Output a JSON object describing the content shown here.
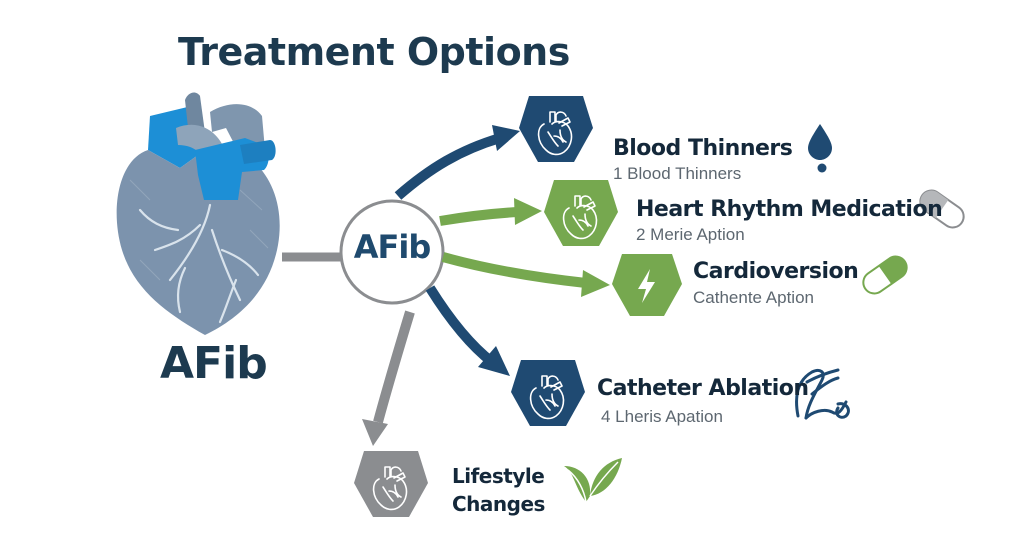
{
  "title": "Treatment Options",
  "heart_label": "AFib",
  "hub_label": "AFib",
  "colors": {
    "navy": "#1f4a72",
    "green": "#76a84f",
    "gray": "#8b8d90",
    "heart_gray": "#7c93ad",
    "heart_blue": "#1d8fd6"
  },
  "options": [
    {
      "title": "Blood Thinners",
      "subtitle": "1 Blood Thinners",
      "color": "navy",
      "badge_icon": "heart-icon",
      "side_icon": "blood-drop-icon"
    },
    {
      "title": "Heart Rhythm Medication",
      "subtitle": "2 Merie Aption",
      "color": "green",
      "badge_icon": "heart-icon",
      "side_icon": "pill-capsule-icon"
    },
    {
      "title": "Cardioversion",
      "subtitle": "Cathente Aption",
      "color": "green",
      "badge_icon": "lightning-bolt-icon",
      "side_icon": "pill-capsule-icon"
    },
    {
      "title": "Catheter Ablation",
      "subtitle": "4 Lheris Apation",
      "color": "navy",
      "badge_icon": "heart-icon",
      "side_icon": "catheter-icon"
    }
  ],
  "lifestyle": {
    "line1": "Lifestyle",
    "line2": "Changes",
    "color": "gray",
    "badge_icon": "heart-icon",
    "side_icon": "leaf-icon"
  }
}
